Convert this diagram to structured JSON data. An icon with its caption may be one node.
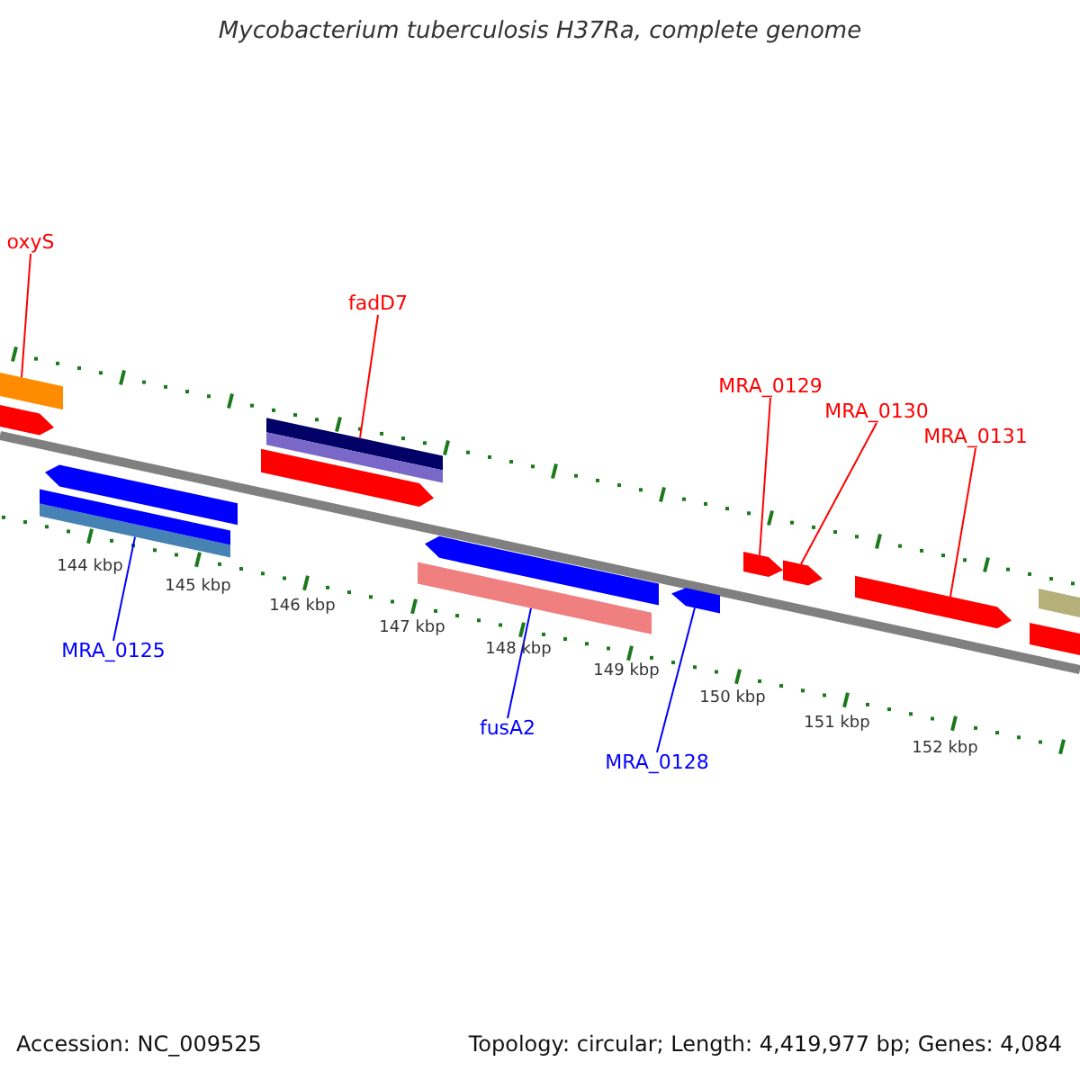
{
  "diagram": {
    "title": "Mycobacterium tuberculosis H37Ra, complete genome",
    "nodes": [
      {
        "text": [
          "oxyS"
        ]
      },
      {
        "text": [
          "fadD7"
        ]
      },
      {
        "text": [
          "MRA_0129"
        ]
      },
      {
        "text": [
          "MRA_0130"
        ]
      },
      {
        "text": [
          "MRA_0131"
        ]
      },
      {
        "text": [
          "MRA_0125"
        ]
      },
      {
        "text": [
          "fusA2"
        ]
      },
      {
        "text": [
          "MRA_0128"
        ]
      },
      {
        "text": [],
        "shape": "bar"
      },
      {
        "text": [],
        "shape": "bar"
      },
      {
        "text": [],
        "shape": "pentagon"
      },
      {
        "text": [],
        "shape": "pentagon"
      },
      {
        "text": [],
        "shape": "pentagon"
      },
      {
        "text": [],
        "shape": "bar"
      },
      {
        "text": [],
        "shape": "bar"
      },
      {
        "text": [],
        "shape": "pentagon"
      },
      {
        "text": [],
        "shape": "pentagon"
      },
      {
        "text": [],
        "shape": "bar"
      },
      {
        "text": [],
        "shape": "pentagon"
      },
      {
        "text": [],
        "shape": "pentagon"
      },
      {
        "text": [],
        "shape": "bar"
      },
      {
        "text": [],
        "shape": "pentagon"
      },
      {
        "text": [],
        "shape": "bar"
      },
      {
        "text": [],
        "shape": "bar"
      }
    ],
    "edges": [
      {
        "from": 0,
        "to": 8,
        "arrow": "none"
      },
      {
        "from": 1,
        "to": 9,
        "arrow": "none"
      },
      {
        "from": 2,
        "to": 10,
        "arrow": "none"
      },
      {
        "from": 3,
        "to": 11,
        "arrow": "none"
      },
      {
        "from": 4,
        "to": 12,
        "arrow": "none"
      },
      {
        "from": 5,
        "to": 13,
        "arrow": "none",
        "color": "#0000ff"
      },
      {
        "from": 6,
        "to": 14,
        "arrow": "none",
        "color": "#0000ff"
      },
      {
        "from": 7,
        "to": 15,
        "arrow": "none",
        "color": "#0000ff"
      }
    ],
    "labels": [
      "144 kbp",
      "145 kbp",
      "146 kbp",
      "147 kbp",
      "148 kbp",
      "149 kbp",
      "150 kbp",
      "151 kbp",
      "152 kbp",
      "Accession: NC_009525",
      "Topology: circular; Length: 4,419,977 bp; Genes: 4,084"
    ]
  }
}
